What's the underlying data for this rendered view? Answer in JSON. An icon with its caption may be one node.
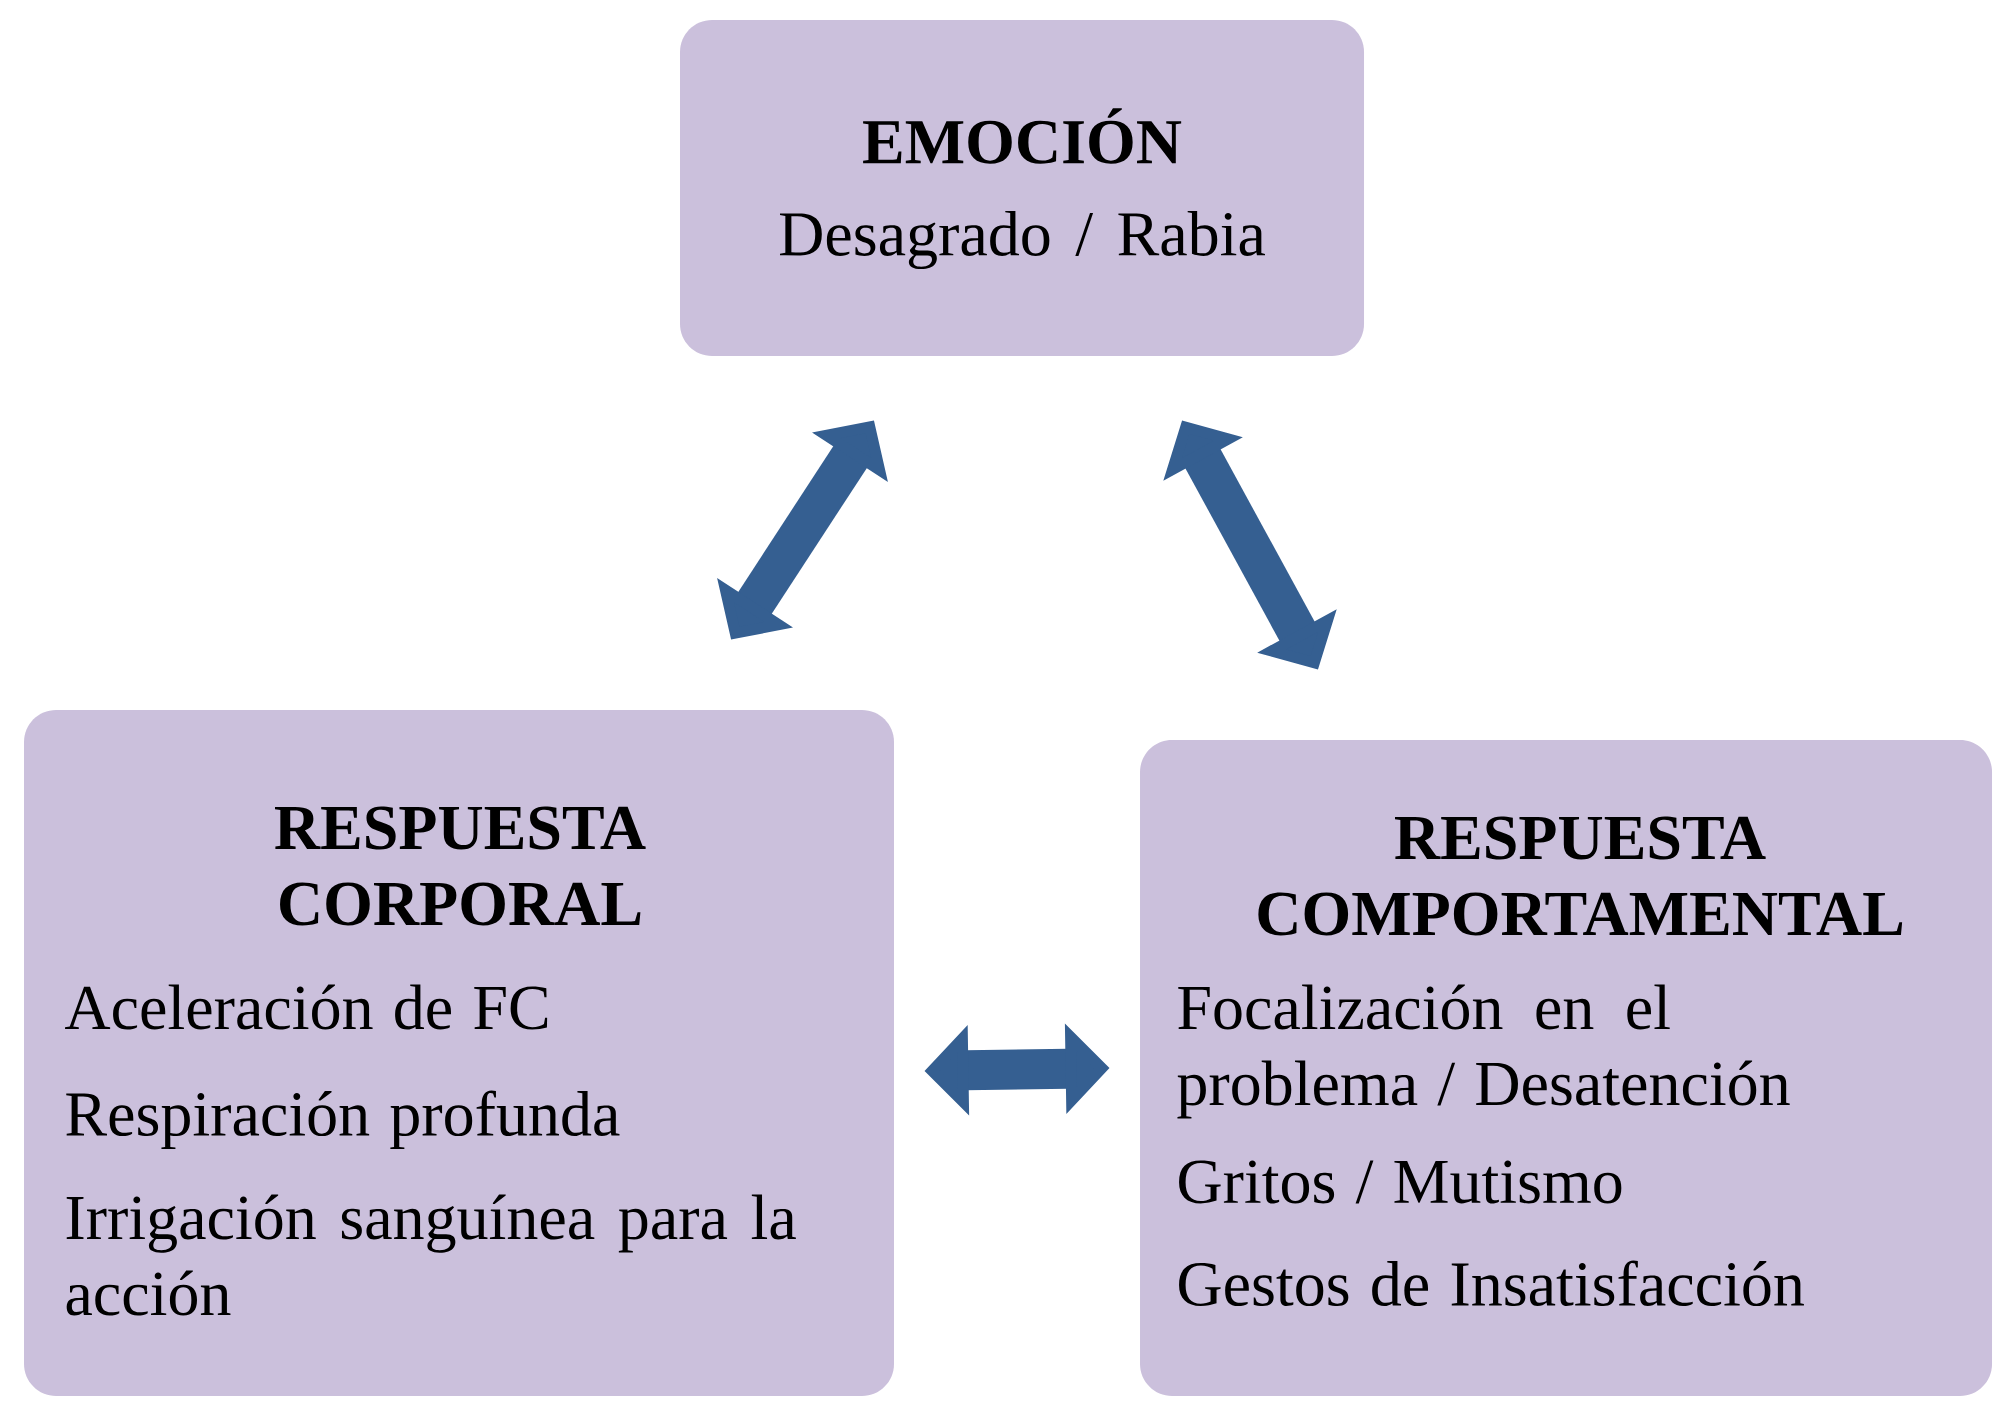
{
  "diagram": {
    "nodes": [
      {
        "text": [
          "EMOCIÓN",
          "Desagrado / Rabia"
        ]
      },
      {
        "text": [
          "RESPUESTA CORPORAL",
          "Aceleración de FC",
          "Respiración profunda",
          "Irrigación sanguínea para la acción"
        ]
      },
      {
        "text": [
          "RESPUESTA COMPORTAMENTAL",
          "Focalización en el problema / Desatención",
          "Gritos / Mutismo",
          "Gestos de Insatisfacción"
        ]
      }
    ],
    "edges": [
      {
        "from": 0,
        "to": 1,
        "arrow": "both"
      },
      {
        "from": 0,
        "to": 2,
        "arrow": "both"
      },
      {
        "from": 1,
        "to": 2,
        "arrow": "both"
      }
    ]
  }
}
